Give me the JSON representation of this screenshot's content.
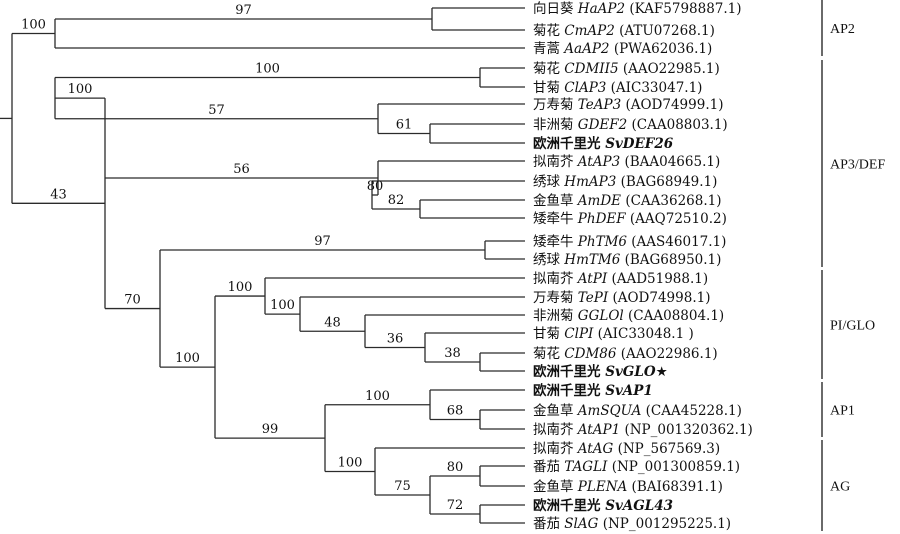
{
  "tree": {
    "nodes": [
      {
        "id": "root",
        "parent": null,
        "support": ""
      },
      {
        "id": "n_ap2",
        "parent": "root",
        "support": "100"
      },
      {
        "id": "n_ap2b",
        "parent": "n_ap2",
        "support": "97"
      },
      {
        "id": "n_r43",
        "parent": "root",
        "support": "43"
      },
      {
        "id": "n_ap3",
        "parent": "n_r43",
        "support": "100"
      },
      {
        "id": "n_cdm",
        "parent": "n_ap3",
        "support": "100"
      },
      {
        "id": "n_57",
        "parent": "n_ap3",
        "support": "57"
      },
      {
        "id": "n_61",
        "parent": "n_57",
        "support": "61"
      },
      {
        "id": "n_56",
        "parent": "n_r43",
        "support": "56"
      },
      {
        "id": "n_80a",
        "parent": "n_56",
        "support": "80"
      },
      {
        "id": "n_82",
        "parent": "n_80a",
        "support": "82"
      },
      {
        "id": "n_r70",
        "parent": "n_r43",
        "support": "70"
      },
      {
        "id": "n_tm6",
        "parent": "n_r70",
        "support": "97"
      },
      {
        "id": "n_r100",
        "parent": "n_r70",
        "support": "100"
      },
      {
        "id": "n_pi",
        "parent": "n_r100",
        "support": "100"
      },
      {
        "id": "n_pi2",
        "parent": "n_pi",
        "support": "100"
      },
      {
        "id": "n_48",
        "parent": "n_pi2",
        "support": "48"
      },
      {
        "id": "n_36",
        "parent": "n_48",
        "support": "36"
      },
      {
        "id": "n_38",
        "parent": "n_36",
        "support": "38"
      },
      {
        "id": "n_99",
        "parent": "n_r100",
        "support": "99"
      },
      {
        "id": "n_ap1",
        "parent": "n_99",
        "support": "100"
      },
      {
        "id": "n_68",
        "parent": "n_ap1",
        "support": "68"
      },
      {
        "id": "n_ag",
        "parent": "n_99",
        "support": "100"
      },
      {
        "id": "n_75",
        "parent": "n_ag",
        "support": "75"
      },
      {
        "id": "n_80b",
        "parent": "n_75",
        "support": "80"
      },
      {
        "id": "n_72",
        "parent": "n_75",
        "support": "72"
      }
    ],
    "leaves": [
      {
        "parent": "n_ap2b",
        "cn": "向日葵",
        "gene": "HaAP2",
        "acc": "(KAF5798887.1)",
        "bold": false,
        "star": ""
      },
      {
        "parent": "n_ap2b",
        "cn": "菊花",
        "gene": "CmAP2",
        "acc": "(ATU07268.1)",
        "bold": false,
        "star": ""
      },
      {
        "parent": "n_ap2",
        "cn": "青蒿",
        "gene": "AaAP2",
        "acc": "(PWA62036.1)",
        "bold": false,
        "star": ""
      },
      {
        "parent": "n_cdm",
        "cn": "菊花",
        "gene": "CDMII5",
        "acc": "(AAO22985.1)",
        "bold": false,
        "star": ""
      },
      {
        "parent": "n_cdm",
        "cn": "甘菊",
        "gene": "ClAP3",
        "acc": "(AIC33047.1)",
        "bold": false,
        "star": ""
      },
      {
        "parent": "n_57",
        "cn": "万寿菊",
        "gene": "TeAP3",
        "acc": "(AOD74999.1)",
        "bold": false,
        "star": ""
      },
      {
        "parent": "n_61",
        "cn": "非洲菊",
        "gene": "GDEF2",
        "acc": "(CAA08803.1)",
        "bold": false,
        "star": ""
      },
      {
        "parent": "n_61",
        "cn": "欧洲千里光",
        "gene": "SvDEF26",
        "acc": "",
        "bold": true,
        "star": ""
      },
      {
        "parent": "n_56",
        "cn": "拟南芥",
        "gene": "AtAP3",
        "acc": "(BAA04665.1)",
        "bold": false,
        "star": ""
      },
      {
        "parent": "n_80a",
        "cn": "绣球",
        "gene": "HmAP3",
        "acc": "(BAG68949.1)",
        "bold": false,
        "star": ""
      },
      {
        "parent": "n_82",
        "cn": "金鱼草",
        "gene": "AmDE",
        "acc": "(CAA36268.1)",
        "bold": false,
        "star": ""
      },
      {
        "parent": "n_82",
        "cn": "矮牵牛",
        "gene": "PhDEF",
        "acc": "(AAQ72510.2)",
        "bold": false,
        "star": ""
      },
      {
        "parent": "n_tm6",
        "cn": "矮牵牛",
        "gene": "PhTM6",
        "acc": "(AAS46017.1)",
        "bold": false,
        "star": ""
      },
      {
        "parent": "n_tm6",
        "cn": "绣球",
        "gene": "HmTM6",
        "acc": "(BAG68950.1)",
        "bold": false,
        "star": ""
      },
      {
        "parent": "n_pi",
        "cn": "拟南芥",
        "gene": "AtPI",
        "acc": "(AAD51988.1)",
        "bold": false,
        "star": ""
      },
      {
        "parent": "n_pi2",
        "cn": "万寿菊",
        "gene": "TePI",
        "acc": "(AOD74998.1)",
        "bold": false,
        "star": ""
      },
      {
        "parent": "n_48",
        "cn": "非洲菊",
        "gene": "GGLOl",
        "acc": "(CAA08804.1)",
        "bold": false,
        "star": ""
      },
      {
        "parent": "n_36",
        "cn": "甘菊",
        "gene": "ClPI",
        "acc": "(AIC33048.1 )",
        "bold": false,
        "star": ""
      },
      {
        "parent": "n_38",
        "cn": "菊花",
        "gene": "CDM86",
        "acc": "(AAO22986.1)",
        "bold": false,
        "star": ""
      },
      {
        "parent": "n_38",
        "cn": "欧洲千里光",
        "gene": "SvGLO",
        "acc": "",
        "bold": true,
        "star": "★"
      },
      {
        "parent": "n_ap1",
        "cn": "欧洲千里光",
        "gene": "SvAP1",
        "acc": "",
        "bold": true,
        "star": ""
      },
      {
        "parent": "n_68",
        "cn": "金鱼草",
        "gene": "AmSQUA",
        "acc": "(CAA45228.1)",
        "bold": false,
        "star": ""
      },
      {
        "parent": "n_68",
        "cn": "拟南芥",
        "gene": "AtAP1",
        "acc": "(NP_001320362.1)",
        "bold": false,
        "star": ""
      },
      {
        "parent": "n_ag",
        "cn": "拟南芥",
        "gene": "AtAG",
        "acc": "(NP_567569.3)",
        "bold": false,
        "star": ""
      },
      {
        "parent": "n_80b",
        "cn": "番茄",
        "gene": "TAGLI",
        "acc": "(NP_001300859.1)",
        "bold": false,
        "star": ""
      },
      {
        "parent": "n_80b",
        "cn": "金鱼草",
        "gene": "PLENA",
        "acc": "(BAI68391.1)",
        "bold": false,
        "star": ""
      },
      {
        "parent": "n_72",
        "cn": "欧洲千里光",
        "gene": "SvAGL43",
        "acc": "",
        "bold": true,
        "star": ""
      },
      {
        "parent": "n_72",
        "cn": "番茄",
        "gene": "SlAG",
        "acc": "(NP_001295225.1)",
        "bold": false,
        "star": ""
      }
    ]
  },
  "groups": [
    {
      "label": "AP2",
      "first": 0,
      "last": 2
    },
    {
      "label": "AP3/DEF",
      "first": 3,
      "last": 13
    },
    {
      "label": "PI/GLO",
      "first": 14,
      "last": 19
    },
    {
      "label": "AP1",
      "first": 20,
      "last": 22
    },
    {
      "label": "AG",
      "first": 23,
      "last": 27
    }
  ]
}
